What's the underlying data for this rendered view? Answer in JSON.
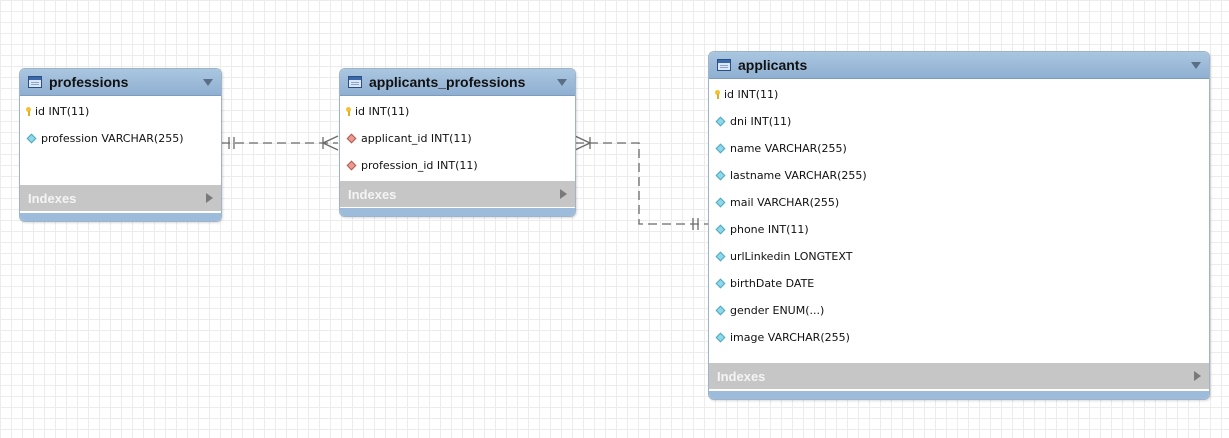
{
  "tables": [
    {
      "title": "professions",
      "columns": [
        {
          "text": "id INT(11)"
        },
        {
          "text": "profession VARCHAR(255)"
        }
      ],
      "indexes_label": "Indexes"
    },
    {
      "title": "applicants_professions",
      "columns": [
        {
          "text": "id INT(11)"
        },
        {
          "text": "applicant_id INT(11)"
        },
        {
          "text": "profession_id INT(11)"
        }
      ],
      "indexes_label": "Indexes"
    },
    {
      "title": "applicants",
      "columns": [
        {
          "text": "id INT(11)"
        },
        {
          "text": "dni INT(11)"
        },
        {
          "text": "name VARCHAR(255)"
        },
        {
          "text": "lastname VARCHAR(255)"
        },
        {
          "text": "mail VARCHAR(255)"
        },
        {
          "text": "phone INT(11)"
        },
        {
          "text": "urlLinkedin LONGTEXT"
        },
        {
          "text": "birthDate DATE"
        },
        {
          "text": "gender ENUM(...)"
        },
        {
          "text": "image VARCHAR(255)"
        }
      ],
      "indexes_label": "Indexes"
    }
  ],
  "colors": {
    "header": "#8fb0d2",
    "indexes": "#c6c6c6",
    "footer": "#9dbcdb",
    "connector": "#6b6b6b",
    "primary_key": "#f2c233",
    "column": "#8fd8e8",
    "foreign_key": "#e89a94"
  }
}
